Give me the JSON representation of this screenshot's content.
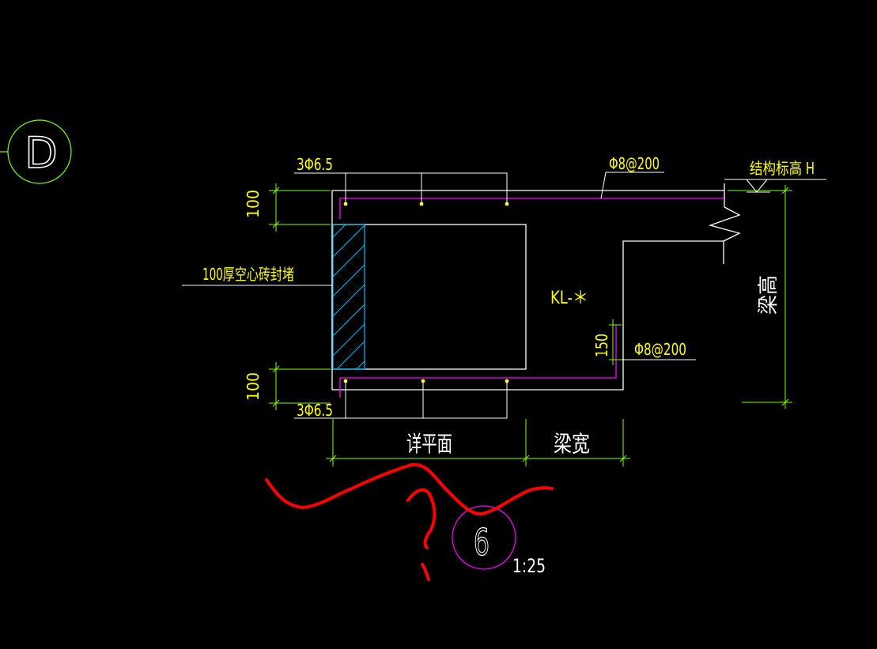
{
  "colors": {
    "background": "#000000",
    "white": "#ffffff",
    "yellow": "#ffff00",
    "green": "#7fff00",
    "magenta": "#ff00ff",
    "cyan": "#00bfff",
    "red": "#ff0000"
  },
  "grid_axis": {
    "label": "D"
  },
  "annotations": {
    "top_bars": "3Φ6.5",
    "bottom_bars": "3Φ6.5",
    "stirrup_top": "Φ8@200",
    "stirrup_side": "Φ8@200",
    "elevation": "结构标高 H",
    "wall_note": "100厚空心砖封堵",
    "beam_label": "KL-＊",
    "beam_height": "梁高",
    "dim_top": "100",
    "dim_bottom": "100",
    "dim_side": "150",
    "detail_plan": "详平面",
    "beam_width": "梁宽"
  },
  "detail_mark": {
    "number": "6",
    "scale": "1:25"
  },
  "handwriting": {
    "description_icon": "red-question-mark-scribble-icon"
  }
}
